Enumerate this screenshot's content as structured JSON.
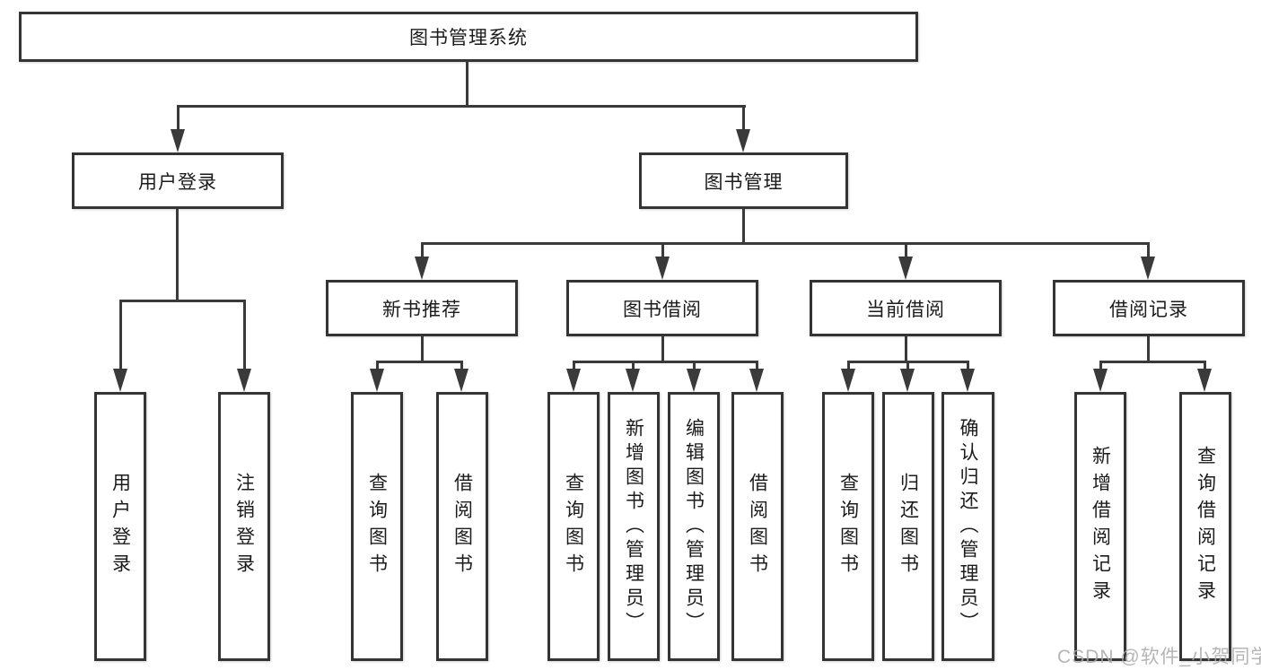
{
  "diagram": {
    "type": "hierarchy-tree",
    "root": {
      "label": "图书管理系统"
    },
    "level2": [
      {
        "label": "用户登录"
      },
      {
        "label": "图书管理"
      }
    ],
    "level3": [
      {
        "label": "新书推荐"
      },
      {
        "label": "图书借阅"
      },
      {
        "label": "当前借阅"
      },
      {
        "label": "借阅记录"
      }
    ],
    "leaves": {
      "user_login": [
        {
          "label": "用户登录"
        },
        {
          "label": "注销登录"
        }
      ],
      "new_book_rec": [
        {
          "label": "查询图书"
        },
        {
          "label": "借阅图书"
        }
      ],
      "book_borrow": [
        {
          "label": "查询图书"
        },
        {
          "label": "新增图书（管理员）"
        },
        {
          "label": "编辑图书（管理员）"
        },
        {
          "label": "借阅图书"
        }
      ],
      "current_borrow": [
        {
          "label": "查询图书"
        },
        {
          "label": "归还图书"
        },
        {
          "label": "确认归还（管理员）"
        }
      ],
      "borrow_records": [
        {
          "label": "新增借阅记录"
        },
        {
          "label": "查询借阅记录"
        }
      ]
    }
  },
  "watermark": {
    "text": "CSDN @软件_小贺同学"
  },
  "colors": {
    "line": "#3a3a3a",
    "border": "#343434",
    "text": "#1b1b1b",
    "watermark": "#a9a9a9",
    "background": "#ffffff"
  }
}
